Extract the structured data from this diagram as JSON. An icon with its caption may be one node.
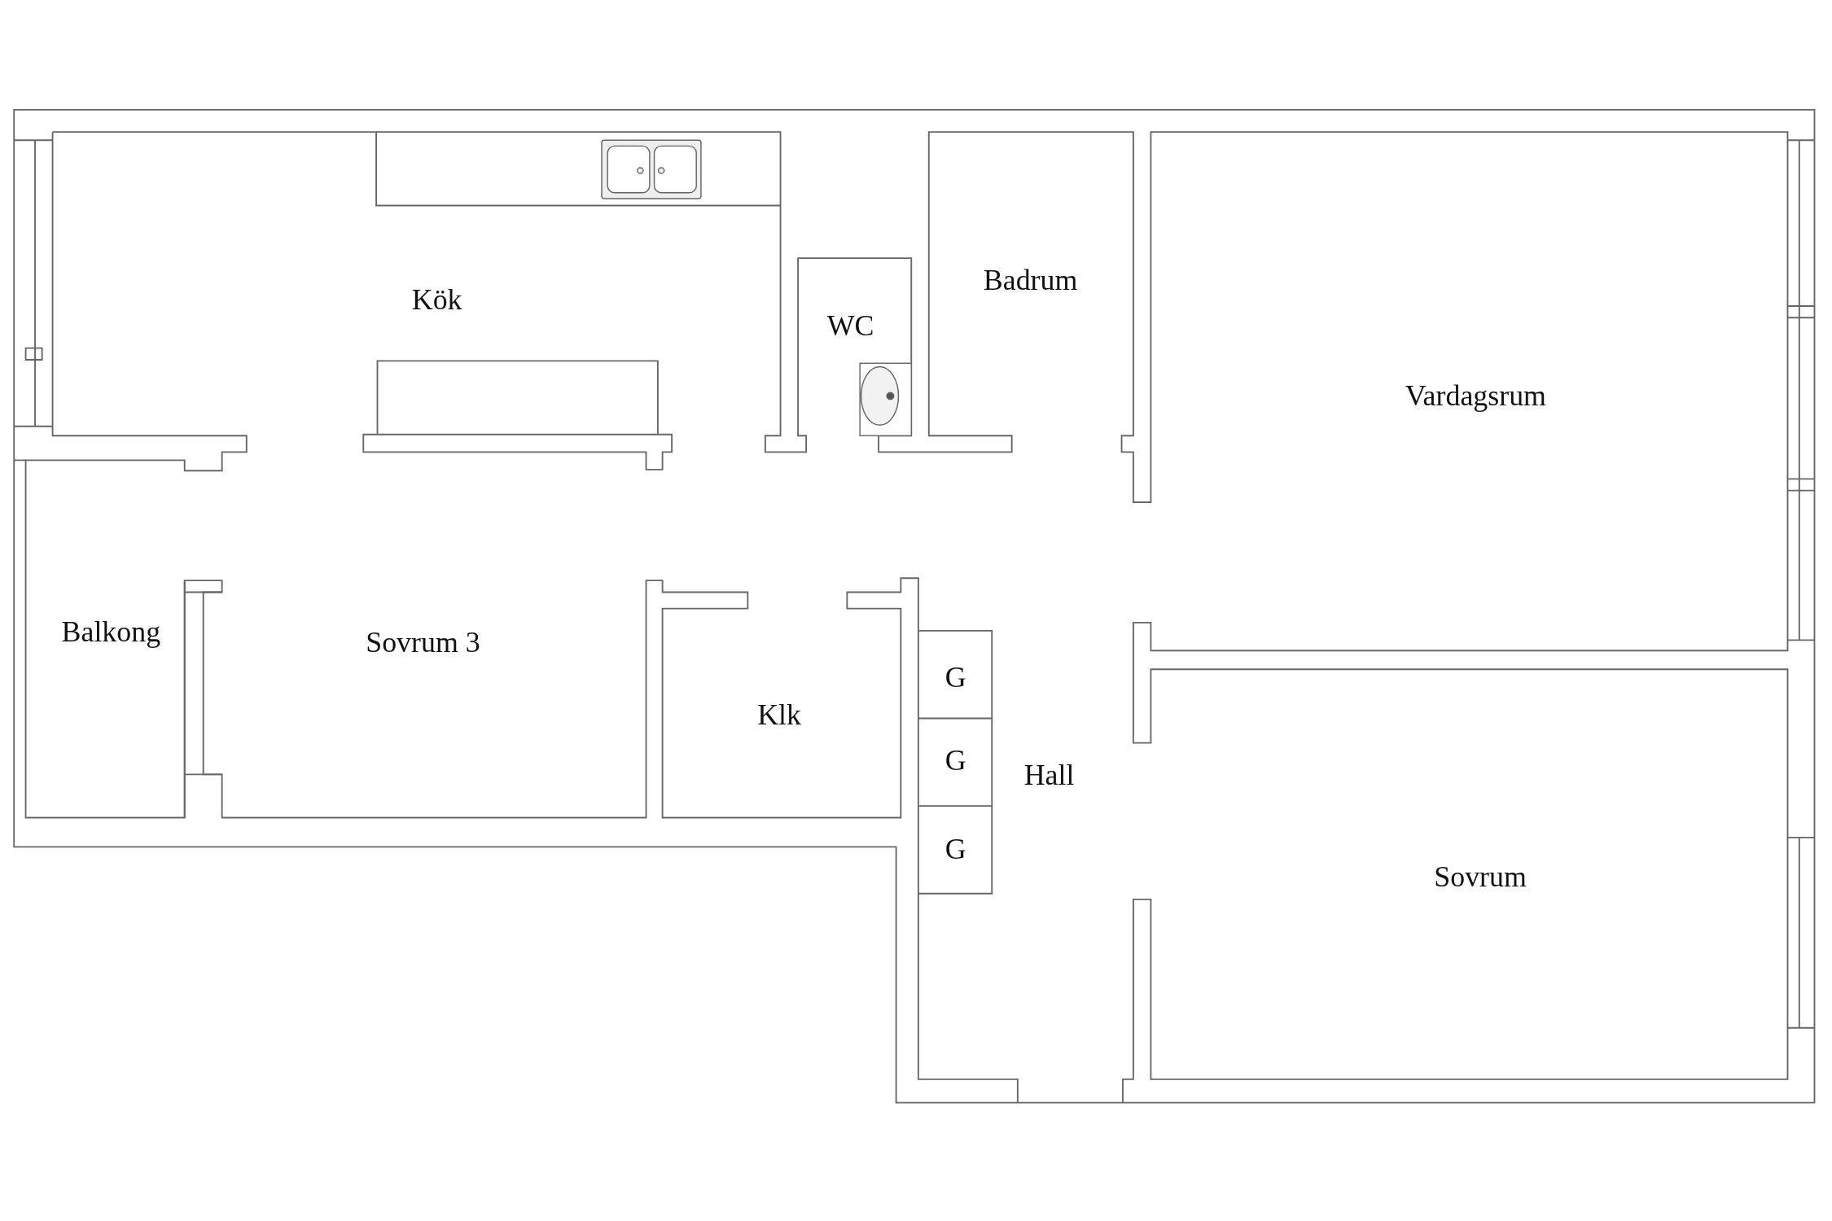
{
  "diagram": {
    "labels": [
      "Badrum",
      "Kök",
      "WC",
      "Vardagsrum",
      "Balkong",
      "Sovrum 3",
      "G",
      "Klk",
      "G",
      "Hall",
      "G",
      "Sovrum"
    ]
  }
}
